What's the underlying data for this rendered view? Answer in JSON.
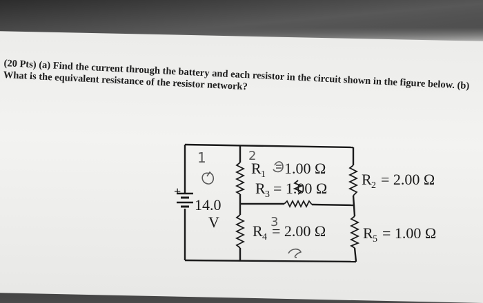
{
  "question": {
    "line1": "(20 Pts) (a) Find the current through the battery and each resistor in the circuit shown in the figure below. (b)",
    "line2": "What is the equivalent resistance of the resistor network?"
  },
  "circuit": {
    "battery": {
      "value": "14.0",
      "unit": "V",
      "plus": "+"
    },
    "resistors": {
      "r1": {
        "sym": "R",
        "sub": "1",
        "value": "1.00 Ω"
      },
      "r2": {
        "sym": "R",
        "sub": "2",
        "value": "= 2.00 Ω"
      },
      "r3": {
        "sym": "R",
        "sub": "3",
        "value": "= 1.00 Ω"
      },
      "r4": {
        "sym": "R",
        "sub": "4",
        "value": "= 2.00 Ω"
      },
      "r5": {
        "sym": "R",
        "sub": "5",
        "value": "= 1.00 Ω"
      }
    }
  },
  "handwriting": {
    "loop1": "1",
    "loop2": "2",
    "loop3": "3"
  }
}
